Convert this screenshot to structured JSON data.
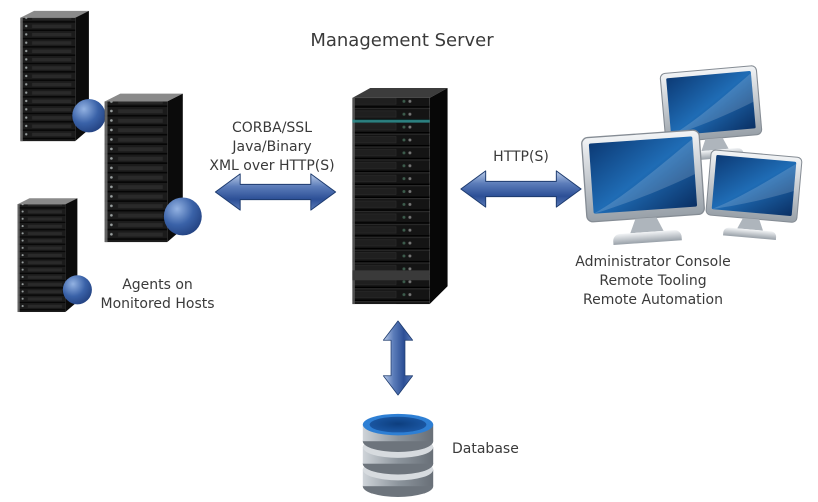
{
  "title": "Management Server",
  "colors": {
    "text": "#3a3a3a",
    "background": "#ffffff",
    "arrow_blue": "#35589e",
    "screen_blue": "#1f6cb5",
    "database_top_blue": "#2e7fd4",
    "sphere_blue": "#3a62a8",
    "server_black": "#141414"
  },
  "agents": {
    "count": 3,
    "icon": "tower-server-with-sphere-icon",
    "label_lines": [
      "Agents on",
      "Monitored Hosts"
    ]
  },
  "management_server": {
    "icon": "rack-server-icon"
  },
  "console": {
    "count": 3,
    "icon": "monitor-icon",
    "label_lines": [
      "Administrator Console",
      "Remote Tooling",
      "Remote Automation"
    ]
  },
  "database": {
    "icon": "database-cylinder-icon",
    "label": "Database"
  },
  "links": {
    "agents_server": {
      "icon": "double-arrow-horizontal-icon",
      "label_lines": [
        "CORBA/SSL",
        "Java/Binary",
        "XML over HTTP(S)"
      ]
    },
    "server_console": {
      "icon": "double-arrow-horizontal-icon",
      "label": "HTTP(S)"
    },
    "server_database": {
      "icon": "double-arrow-vertical-icon"
    }
  }
}
